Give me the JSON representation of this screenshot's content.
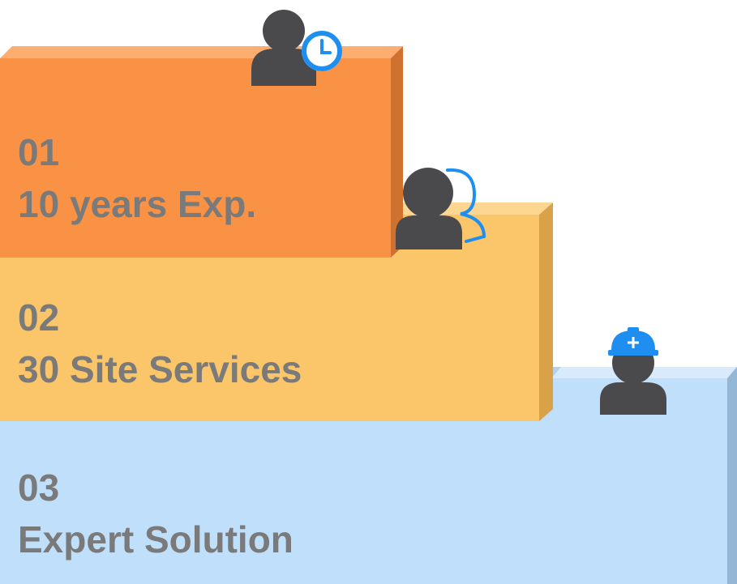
{
  "colors": {
    "step1": "#f99244",
    "step2": "#fbc569",
    "step3": "#c0dffb",
    "text": "#7a7a7a",
    "person": "#4a4a4c",
    "accent": "#1e8ff0"
  },
  "steps": [
    {
      "number": "01",
      "title": "10 years Exp.",
      "icon": "person-clock-icon"
    },
    {
      "number": "02",
      "title": "30 Site Services",
      "icon": "person-group-icon"
    },
    {
      "number": "03",
      "title": "Expert Solution",
      "icon": "engineer-helmet-icon"
    }
  ]
}
